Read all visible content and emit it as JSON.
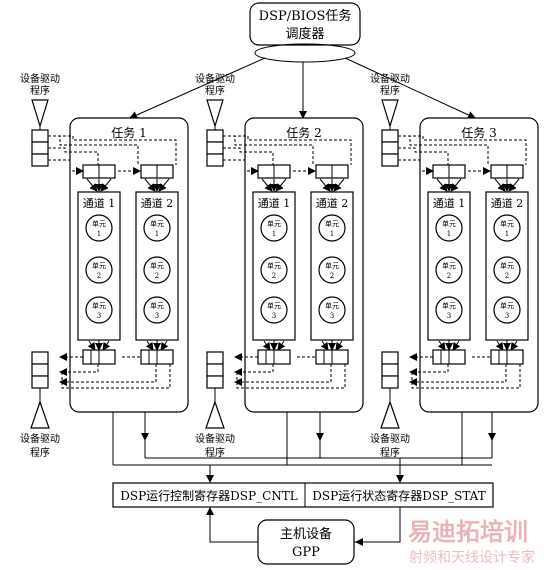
{
  "scheduler": {
    "line1": "DSP/BIOS任务",
    "line2": "调度器"
  },
  "tasks": [
    {
      "label": "任务 1"
    },
    {
      "label": "任务 2"
    },
    {
      "label": "任务 3"
    }
  ],
  "channels": [
    "通道 1",
    "通道 2"
  ],
  "unit_label": "单元",
  "unit_numbers": [
    "1",
    "2",
    "3"
  ],
  "driver": {
    "line1": "设备驱动",
    "line2": "程序"
  },
  "registers": {
    "control": "DSP运行控制寄存器DSP_CNTL",
    "status": "DSP运行状态寄存器DSP_STAT"
  },
  "host": {
    "line1": "主机设备",
    "line2": "GPP"
  },
  "watermark": {
    "main": "易迪拓培训",
    "sub": "射频和天线设计专家"
  }
}
